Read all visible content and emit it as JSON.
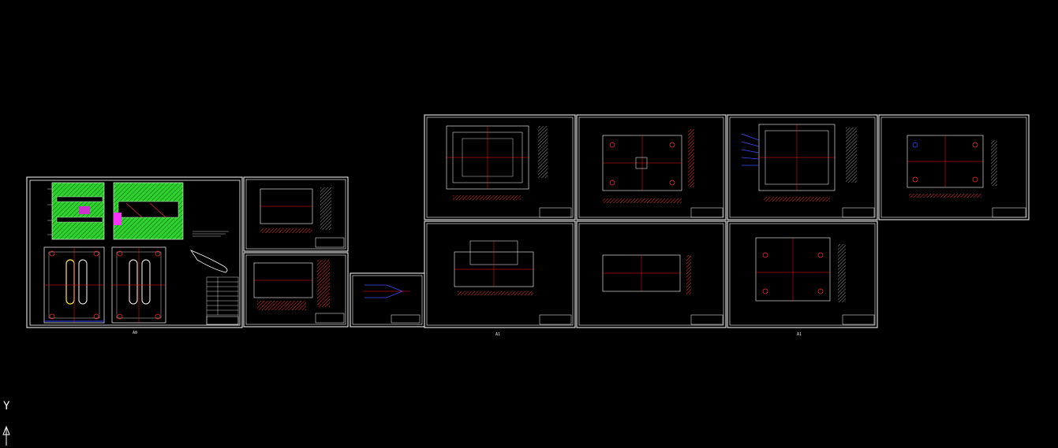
{
  "sheet_labels": {
    "a0": "A0",
    "a1_left": "A1",
    "a1_right": "A1"
  },
  "ucs": {
    "y_axis_label": "Y"
  },
  "colors": {
    "background": "#000000",
    "frame": "#ffffff",
    "centerline": "#ff1a1a",
    "green_section": "#2fd12f",
    "hatch": "#ff3030",
    "blue": "#3a4dff",
    "yellow": "#ffe94a",
    "cyan": "#5ae0ff"
  }
}
